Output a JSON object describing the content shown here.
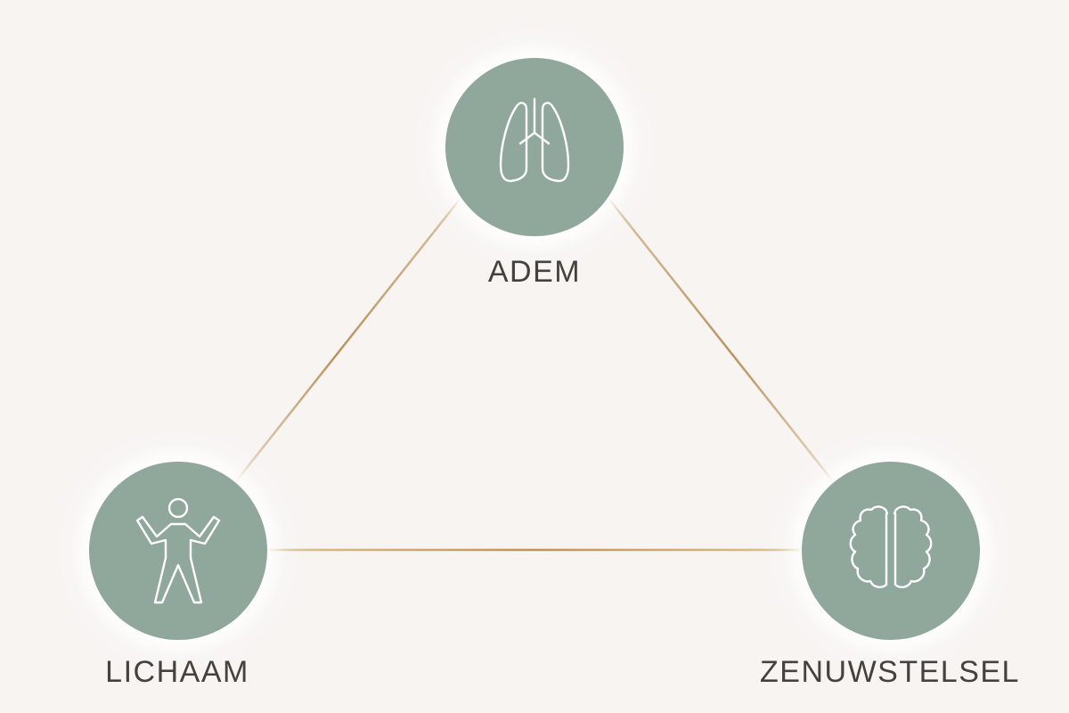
{
  "nodes": [
    {
      "id": "adem",
      "label": "ADEM",
      "icon": "lungs-icon"
    },
    {
      "id": "lichaam",
      "label": "LICHAAM",
      "icon": "person-icon"
    },
    {
      "id": "zenuwstelsel",
      "label": "ZENUWSTELSEL",
      "icon": "brain-icon"
    }
  ],
  "colors": {
    "background": "#f7f4f2",
    "node_fill": "#8fa89b",
    "line": "#b8935f",
    "label": "#45413d",
    "icon_stroke": "#ffffff"
  }
}
